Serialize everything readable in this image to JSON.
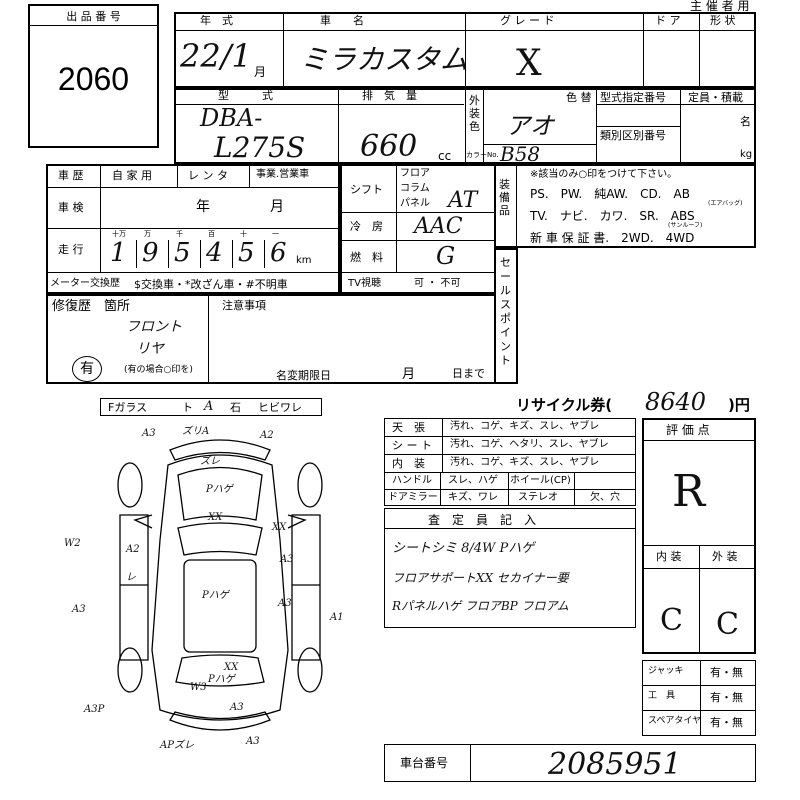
{
  "lot": {
    "label": "出 品 番 号",
    "number": "2060"
  },
  "organizer": "主 催 者 用",
  "header": {
    "year_label": "年　式",
    "name_label": "車　　名",
    "grade_label": "グ レ ー ド",
    "door_label": "ド ア",
    "body_label": "形 状",
    "year_hw": "22/1",
    "month_unit": "月",
    "car_name_hw": "ミラカスタム",
    "grade_hw": "X"
  },
  "row2": {
    "model_label": "型　　　式",
    "displacement_label": "排　気　量",
    "cc_unit": "cc",
    "model_hw_1": "DBA-",
    "model_hw_2": "L275S",
    "displacement_hw": "660",
    "ext_color_label": "外装色",
    "color_label": "色 替",
    "color_hw": "アオ",
    "color_code_label": "カラーNo.",
    "color_code_hw": "B58",
    "type_spec_label": "型式指定番号",
    "class_label": "類別区別番号",
    "capacity_label": "定員・積載",
    "persons_unit": "名",
    "kg_unit": "kg"
  },
  "history": {
    "label": "車 歴",
    "options": [
      "自 家 用",
      "レ ン タ",
      "事業.営業車"
    ],
    "inspection_label": "車 検",
    "year_unit": "年",
    "month_unit": "月",
    "mileage_label": "走 行",
    "digit_units": [
      "十万",
      "万",
      "千",
      "百",
      "十",
      "一"
    ],
    "mileage_digits": [
      "1",
      "9",
      "5",
      "4",
      "5",
      "6"
    ],
    "km_unit": "km",
    "meter_label": "メーター交換歴",
    "meter_note": "$交換車・*改ざん車・#不明車"
  },
  "mechanical": {
    "shift_label": "シフト",
    "floor": "フロア",
    "column": "コラム",
    "panel": "パネル",
    "shift_hw": "AT",
    "ac_label": "冷　房",
    "ac_hw": "AAC",
    "fuel_label": "燃　料",
    "fuel_hw": "G",
    "tv_label": "TV視聴",
    "tv_opts": "可 ・ 不可"
  },
  "equipment": {
    "label": "装 備 品",
    "note": "※該当のみ○印をつけて下さい。",
    "line1": "PS.　PW.　純AW.　CD.　AB",
    "line2": "TV.　ナビ.　カワ.　SR.　ABS",
    "sunroof_note": "(サンルーフ)",
    "airbag_note": "(エアバッグ)",
    "line3": "新 車 保 証 書.　2WD.　4WD"
  },
  "repair": {
    "label": "修復歴　箇所",
    "notes_hw": [
      "フロント",
      "リヤ"
    ],
    "circle_hw": "有",
    "circle_note": "(有の場合○印を)",
    "caution_label": "注意事項",
    "name_change_label": "名変期限日",
    "month_unit": "月",
    "day_unit": "日まで",
    "sales_points_label": "セールスポイント"
  },
  "glass": {
    "items": [
      "Fガラス",
      "ト",
      "石",
      "ヒビワレ"
    ],
    "hw": "A"
  },
  "recycle": {
    "label": "リサイクル券(",
    "amount_hw": "8640",
    "unit": ")円"
  },
  "condition": {
    "rows": [
      {
        "label": "天　張",
        "text": "汚れ、コゲ、キズ、スレ、ヤブレ"
      },
      {
        "label": "シ ー ト",
        "text": "汚れ、コゲ、ヘタリ、スレ、ヤブレ"
      },
      {
        "label": "内　装",
        "text": "汚れ、コゲ、キズ、スレ、ヤブレ"
      }
    ],
    "handle_label": "ハンドル",
    "handle_text": "スレ、ハゲ",
    "wheel_label": "ホイール(CP)",
    "mirror_label": "ドアミラー",
    "mirror_text": "キズ、ワレ",
    "stereo_label": "ステレオ",
    "stereo_text": "欠、穴"
  },
  "inspector": {
    "label": "査　定　員　記　入",
    "lines": [
      "シートシミ 8/4W Pハゲ",
      "フロアサポートXX セカイナー要",
      "Rパネルハゲ フロアBP フロアム"
    ]
  },
  "rating": {
    "label": "評 価 点",
    "score_hw": "R",
    "interior_label": "内 装",
    "exterior_label": "外 装",
    "interior_hw": "C",
    "exterior_hw": "C"
  },
  "tools": {
    "items": [
      {
        "label": "ジャッキ",
        "opts": "有・無"
      },
      {
        "label": "工　具",
        "opts": "有・無"
      },
      {
        "label": "スペアタイヤ",
        "opts": "有・無"
      }
    ]
  },
  "chassis": {
    "label": "車台番号",
    "number_hw": "2085951"
  },
  "diagram_marks": [
    "A3",
    "ズリA",
    "A2",
    "ズレ",
    "Pハゲ",
    "XX",
    "A2",
    "A3",
    "W2",
    "レ",
    "Pハゲ",
    "A3",
    "A3",
    "A1",
    "W3",
    "Pハゲ",
    "XX",
    "A3P",
    "APズレ",
    "A3",
    "A3",
    "XX"
  ]
}
